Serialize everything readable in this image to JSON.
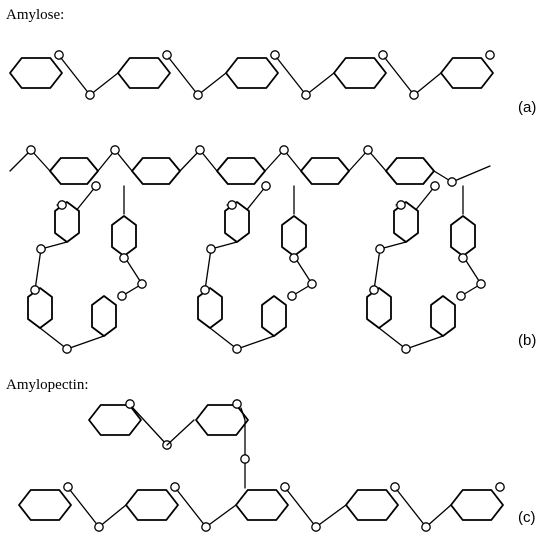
{
  "labels": {
    "amylose": "Amylose:",
    "amylopectin": "Amylopectin:",
    "panel_a": "(a)",
    "panel_b": "(b)",
    "panel_c": "(c)"
  },
  "colors": {
    "stroke": "#000000",
    "fill": "#ffffff"
  }
}
